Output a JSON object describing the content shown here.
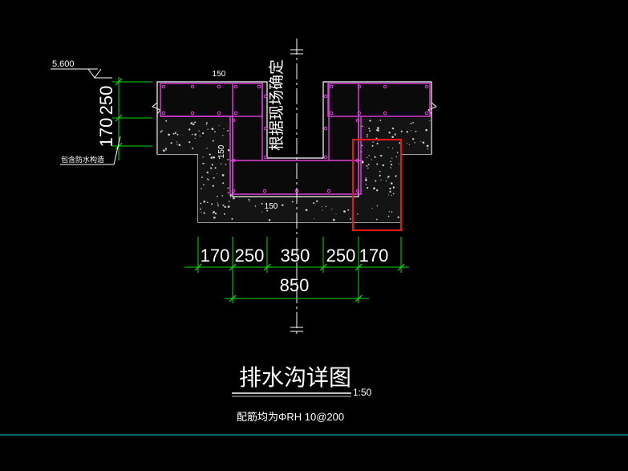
{
  "drawing": {
    "title": "排水沟详图",
    "scale": "1:50",
    "rebar_note": "配筋均为ΦRH 10@200",
    "elevation": "5.600",
    "waterproof_note": "包含防水构造",
    "center_note": "根据现场确定",
    "dims": {
      "bottom_parts": [
        "170",
        "250",
        "350",
        "250",
        "170"
      ],
      "bottom_total": "850",
      "left_upper": "250",
      "left_lower": "170",
      "top_slab": "150",
      "inner_wall": "150",
      "base_slab": "150"
    }
  },
  "colors": {
    "background": "#000000",
    "outline": "#ffffff",
    "rebar": "#e040e0",
    "dimension": "#00e000",
    "centerline": "#ffffff",
    "highlight": "#e01818",
    "frame_line": "#00c8c8"
  }
}
